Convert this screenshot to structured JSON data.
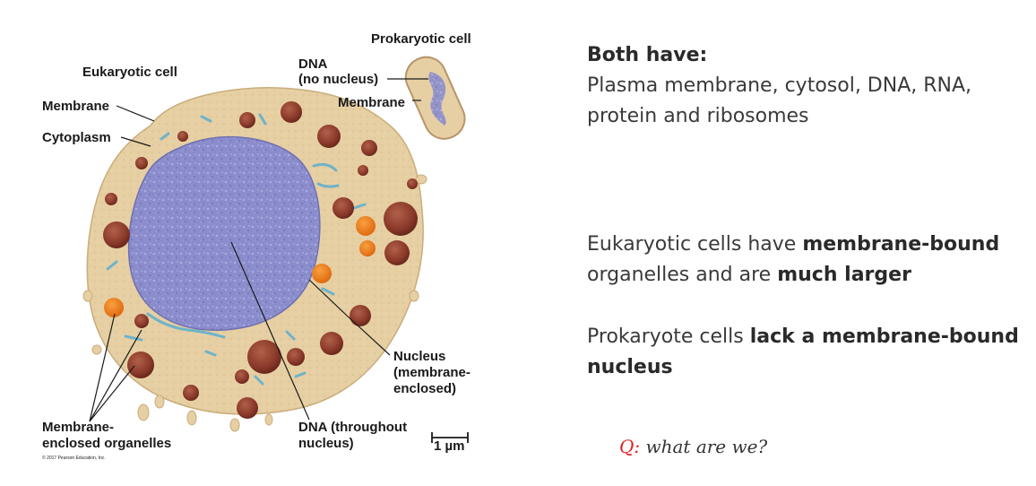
{
  "diagram": {
    "labels": {
      "prokaryotic_cell": "Prokaryotic cell",
      "eukaryotic_cell": "Eukaryotic cell",
      "dna_line1": "DNA",
      "dna_line2": "(no nucleus)",
      "membrane_prok": "Membrane",
      "membrane_euk": "Membrane",
      "cytoplasm": "Cytoplasm",
      "nucleus_line1": "Nucleus",
      "nucleus_line2": "(membrane-",
      "nucleus_line3": "enclosed)",
      "organelles_line1": "Membrane-",
      "organelles_line2": "enclosed organelles",
      "dna_throughout_line1": "DNA (throughout",
      "dna_throughout_line2": "nucleus)",
      "scale_bar": "1 µm",
      "copyright": "© 2017 Pearson Education, Inc."
    }
  },
  "notes": {
    "both_heading": "Both have:",
    "both_line1": "Plasma membrane, cytosol, DNA, RNA,",
    "both_line2": "protein and ribosomes",
    "euk_text1": "Eukaryotic cells have ",
    "euk_bold1": "membrane-bound",
    "euk_text2": "organelles and are ",
    "euk_bold2": "much larger",
    "pro_text1": "Prokaryote cells ",
    "pro_bold1": "lack a membrane-bound",
    "pro_bold2": "nucleus",
    "question_label": "Q:",
    "question_text": " what are we?"
  },
  "colors": {
    "cytoplasm": "#e6cfa3",
    "nucleus": "#8a8ccc",
    "mitochondria": "#8b3a2a",
    "orange_organelles": "#e87a1a",
    "er_fragments": "#6fb3c9",
    "question_accent": "#e02020"
  }
}
